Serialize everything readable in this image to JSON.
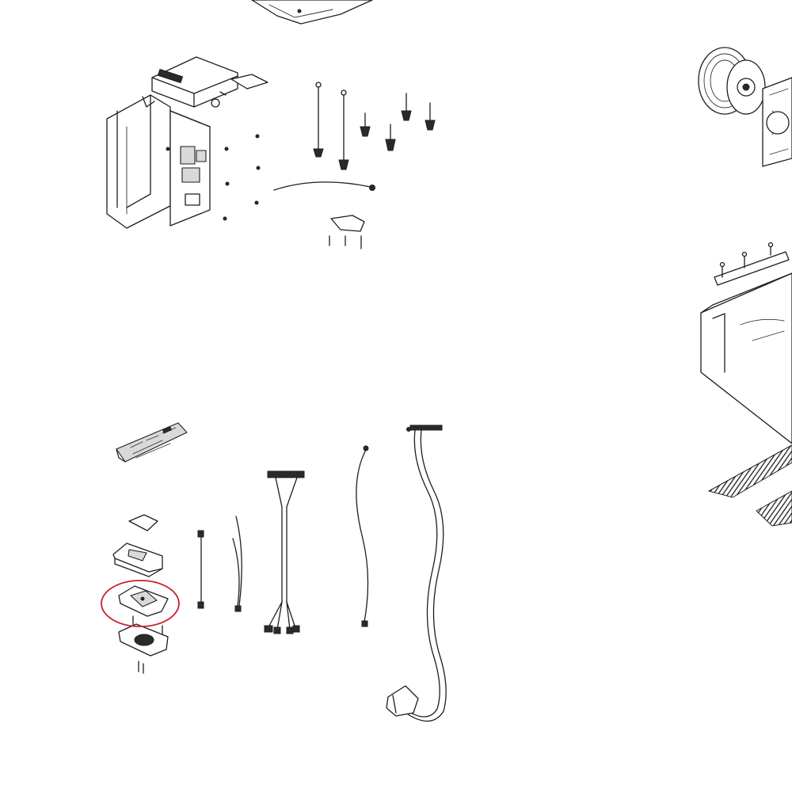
{
  "diagram": {
    "highlight_color": "#c8202a",
    "line_color": "#1e1e1e",
    "parts": [
      {
        "name": "control-box-assembly"
      },
      {
        "name": "screws-and-sensors"
      },
      {
        "name": "blower-fan-assembly"
      },
      {
        "name": "drain-pan-assembly"
      },
      {
        "name": "remote-controller"
      },
      {
        "name": "wire-harnesses"
      },
      {
        "name": "display-receiver-parts",
        "highlighted_item": "display-cover"
      },
      {
        "name": "power-cord"
      }
    ]
  }
}
